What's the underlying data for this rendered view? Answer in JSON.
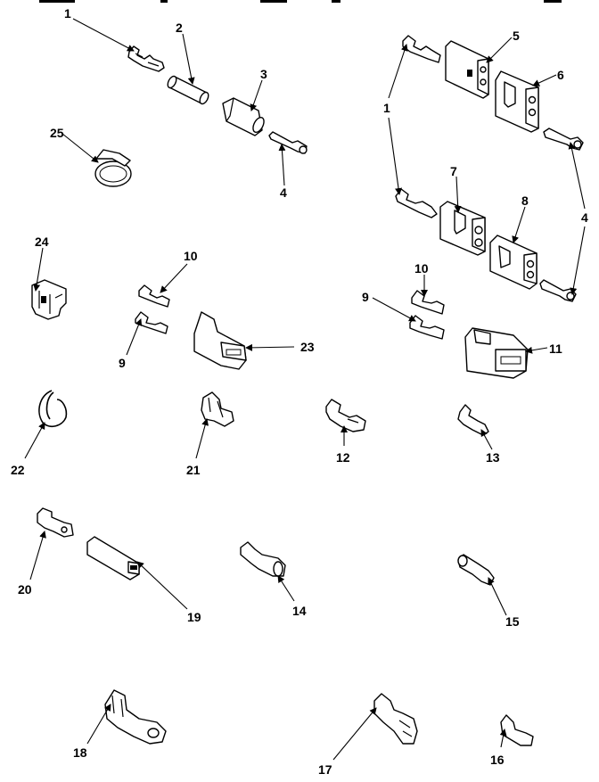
{
  "labels": {
    "n1a": "1",
    "n2": "2",
    "n3": "3",
    "n4a": "4",
    "n25": "25",
    "n5": "5",
    "n6": "6",
    "n1b": "1",
    "n7": "7",
    "n8": "8",
    "n4b": "4",
    "n24": "24",
    "n10a": "10",
    "n9a": "9",
    "n23": "23",
    "n10b": "10",
    "n9b": "9",
    "n11": "11",
    "n22": "22",
    "n21": "21",
    "n12": "12",
    "n13": "13",
    "n20": "20",
    "n19": "19",
    "n14": "14",
    "n15": "15",
    "n18": "18",
    "n17": "17",
    "n16": "16"
  }
}
